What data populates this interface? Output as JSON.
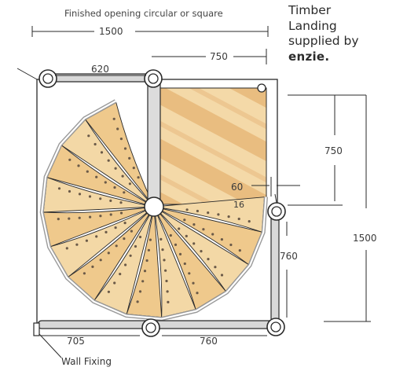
{
  "title": "Finished opening circular or square",
  "note": {
    "line1": "Timber",
    "line2": "Landing",
    "line3": "supplied by",
    "brand": "enzie."
  },
  "dimensions": {
    "overall_width": "1500",
    "landing_offset": "750",
    "left_top_span": "620",
    "landing_depth": "750",
    "gap_small": "60",
    "gap_tiny": "16",
    "overall_height": "1500",
    "right_span": "760",
    "bottom_left_span": "705",
    "bottom_right_span": "760"
  },
  "wall_fixing_label": "Wall Fixing",
  "colors": {
    "wood_light": "#f3d8a6",
    "wood_dark": "#e2a75f",
    "outline": "#2a2a2a",
    "rail": "#c8c8c8",
    "text": "#333333"
  }
}
